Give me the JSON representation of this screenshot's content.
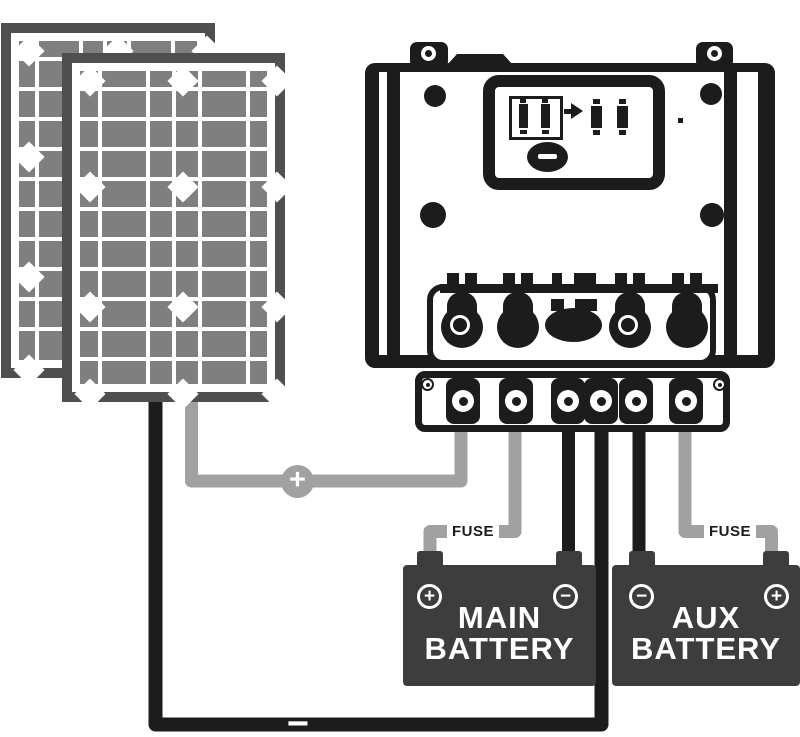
{
  "diagram_title": "solar-dual-battery-wiring-diagram",
  "colors": {
    "wire_gray": "#a1a1a1",
    "panel_cell_gray": "#7f7f7f",
    "panel_frame_gray": "#4f4f4f",
    "battery_gray": "#3d3d3d",
    "line_black": "#1c1c1c",
    "background": "#ffffff",
    "text_white": "#ffffff"
  },
  "solar_array": {
    "panel_count": 2,
    "positive_wire_color": "#a1a1a1",
    "negative_wire_color": "#1c1c1c"
  },
  "controller": {
    "mounting_tabs": 2,
    "corner_screws": 4,
    "display_icons": [
      "battery-box-icon",
      "battery-cell-icon",
      "battery-cell-icon",
      "arrow-right-icon",
      "load-icon",
      "load-icon",
      "power-oval-icon",
      "indicator-dot-icon"
    ],
    "large_terminals": 5,
    "strip_terminals": 6
  },
  "badges": {
    "positive": "+",
    "negative": "−"
  },
  "labels": {
    "fuse_main": "FUSE",
    "fuse_aux": "FUSE"
  },
  "batteries": {
    "main": {
      "line1": "MAIN",
      "line2": "BATTERY",
      "left_terminal": "+",
      "right_terminal": "−"
    },
    "aux": {
      "line1": "AUX",
      "line2": "BATTERY",
      "left_terminal": "−",
      "right_terminal": "+"
    }
  }
}
